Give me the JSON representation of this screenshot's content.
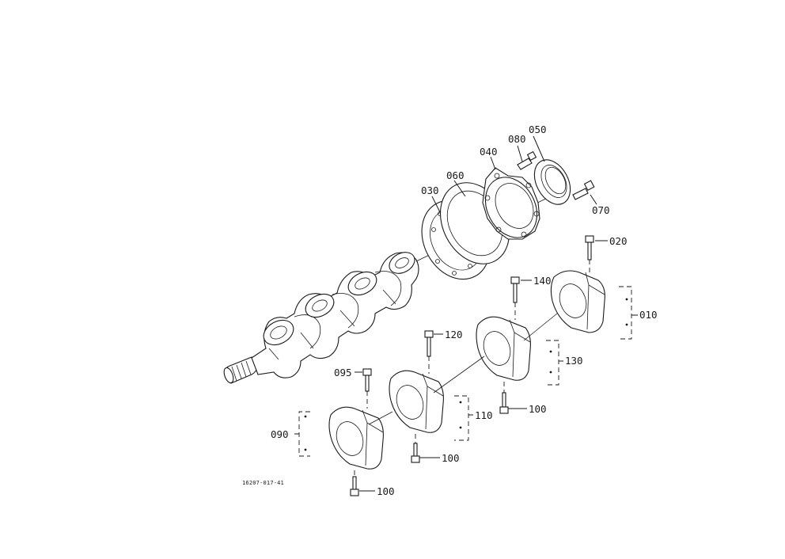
{
  "diagram": {
    "drawing_code": "16207-017-41",
    "callouts": {
      "c010": "010",
      "c020": "020",
      "c030": "030",
      "c040": "040",
      "c050": "050",
      "c060": "060",
      "c070": "070",
      "c080": "080",
      "c090": "090",
      "c095": "095",
      "c100a": "100",
      "c100b": "100",
      "c100c": "100",
      "c110": "110",
      "c120": "120",
      "c130": "130",
      "c140": "140"
    }
  }
}
